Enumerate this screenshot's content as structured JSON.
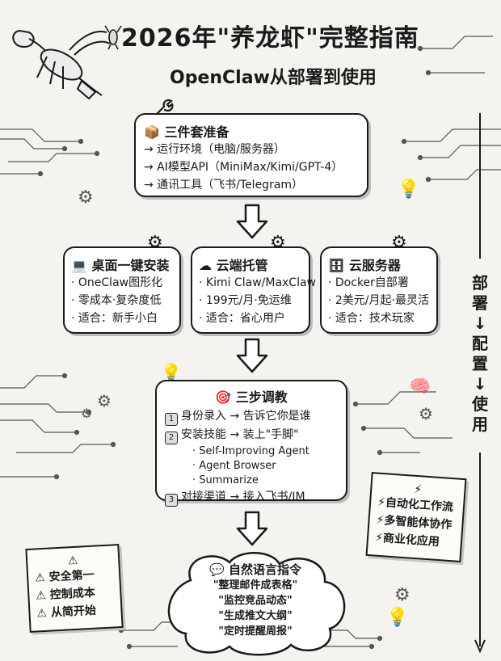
{
  "header": {
    "title": "2026年\"养龙虾\"完整指南",
    "subtitle": "OpenClaw从部署到使用"
  },
  "prep": {
    "title": "三件套准备",
    "items": [
      "→ 运行环境（电脑/服务器）",
      "→ AI模型API（MiniMax/Kimi/GPT-4）",
      "→ 通讯工具（飞书/Telegram）"
    ]
  },
  "options": [
    {
      "title": "桌面一键安装",
      "items": [
        "· OneClaw图形化",
        "· 零成本·复杂度低",
        "· 适合：新手小白"
      ]
    },
    {
      "title": "云端托管",
      "items": [
        "· Kimi Claw/MaxClaw",
        "· 199元/月·免运维",
        "· 适合：省心用户"
      ]
    },
    {
      "title": "云服务器",
      "items": [
        "· Docker自部署",
        "· 2美元/月起·最灵活",
        "· 适合：技术玩家"
      ]
    }
  ],
  "steps": {
    "title": "三步调教",
    "step1": {
      "num": "1",
      "text": "身份录入 → 告诉它你是谁"
    },
    "step2": {
      "num": "2",
      "text": "安装技能 → 装上\"手脚\"",
      "subs": [
        "· Self-Improving Agent",
        "· Agent Browser",
        "· Summarize"
      ]
    },
    "step3": {
      "num": "3",
      "text": "对接渠道 → 接入飞书/IM"
    }
  },
  "nl": {
    "title": "自然语言指令",
    "items": [
      "\"整理邮件成表格\"",
      "\"监控竞品动态\"",
      "\"生成推文大纲\"",
      "\"定时提醒周报\""
    ]
  },
  "note_left": {
    "items": [
      "安全第一",
      "控制成本",
      "从简开始"
    ]
  },
  "note_right": {
    "items": [
      "自动化工作流",
      "多智能体协作",
      "商业化应用"
    ]
  },
  "side": {
    "chars": [
      "部",
      "署",
      "↓",
      "配",
      "置",
      "↓",
      "使",
      "用"
    ]
  },
  "colors": {
    "ink": "#1a1a1a",
    "paper": "#f4f3ef"
  }
}
